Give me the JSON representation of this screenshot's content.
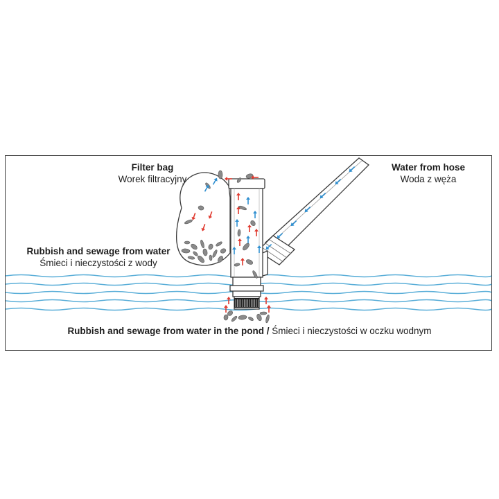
{
  "labels": {
    "filter_bag": {
      "en": "Filter bag",
      "pl": "Worek filtracyjny"
    },
    "water_from_hose": {
      "en": "Water from hose",
      "pl": "Woda z węża"
    },
    "rubbish_from_water": {
      "en": "Rubbish and sewage from water",
      "pl": "Śmieci i nieczystości z wody"
    },
    "pond": {
      "en": "Rubbish and sewage from water in the pond",
      "separator": " / ",
      "pl": "Śmieci i nieczystości w oczku wodnym"
    }
  },
  "colors": {
    "outline": "#3a3a3a",
    "water_wave": "#5aaed8",
    "arrow_inflow": "#2f8fd0",
    "arrow_debris": "#e03a2f",
    "debris": "#8a8a8a"
  }
}
